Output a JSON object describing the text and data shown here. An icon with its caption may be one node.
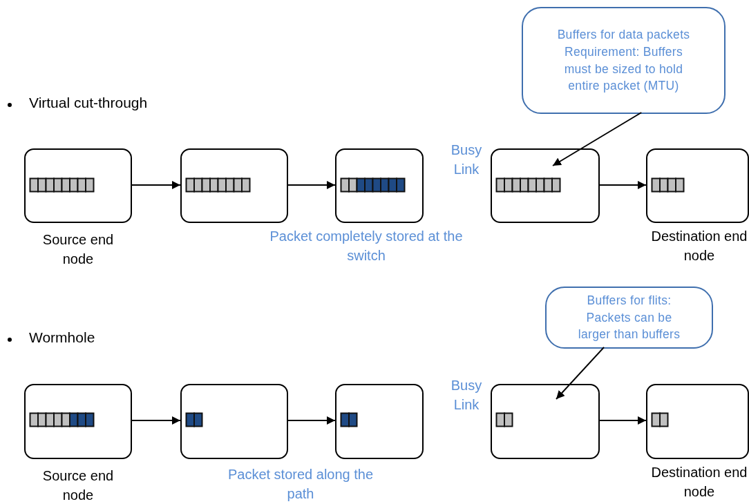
{
  "diagram": {
    "nodes": [
      {
        "text": [
          "Buffers for data packets Requirement: Buffers must be sized to hold entire packet (MTU)"
        ]
      },
      {
        "text": [],
        "shape": "box",
        "beside": [
          "Source end node"
        ]
      },
      {
        "text": [],
        "shape": "box"
      },
      {
        "text": [],
        "shape": "box"
      },
      {
        "text": [],
        "shape": "box"
      },
      {
        "text": [],
        "shape": "box",
        "beside": [
          "Destination end node"
        ]
      },
      {
        "text": [
          "Buffers for flits: Packets can be larger than buffers"
        ]
      },
      {
        "text": [],
        "shape": "box",
        "beside": [
          "Source end node"
        ]
      },
      {
        "text": [],
        "shape": "box"
      },
      {
        "text": [],
        "shape": "box"
      },
      {
        "text": [],
        "shape": "box"
      },
      {
        "text": [],
        "shape": "box",
        "beside": [
          "Destination end node"
        ]
      }
    ],
    "edges": [
      {
        "from": 1,
        "to": 2,
        "arrow": "to"
      },
      {
        "from": 2,
        "to": 3,
        "arrow": "to"
      },
      {
        "from": 4,
        "to": 5,
        "arrow": "to"
      },
      {
        "from": 0,
        "to": 4,
        "arrow": "to"
      },
      {
        "from": 7,
        "to": 8,
        "arrow": "to"
      },
      {
        "from": 8,
        "to": 9,
        "arrow": "to"
      },
      {
        "from": 10,
        "to": 11,
        "arrow": "to"
      },
      {
        "from": 6,
        "to": 10,
        "arrow": "to"
      }
    ],
    "labels": [
      "Virtual cut-through",
      "Busy Link",
      "Packet completely stored at the switch",
      "Wormhole",
      "Busy Link",
      "Packet stored along the path"
    ]
  }
}
